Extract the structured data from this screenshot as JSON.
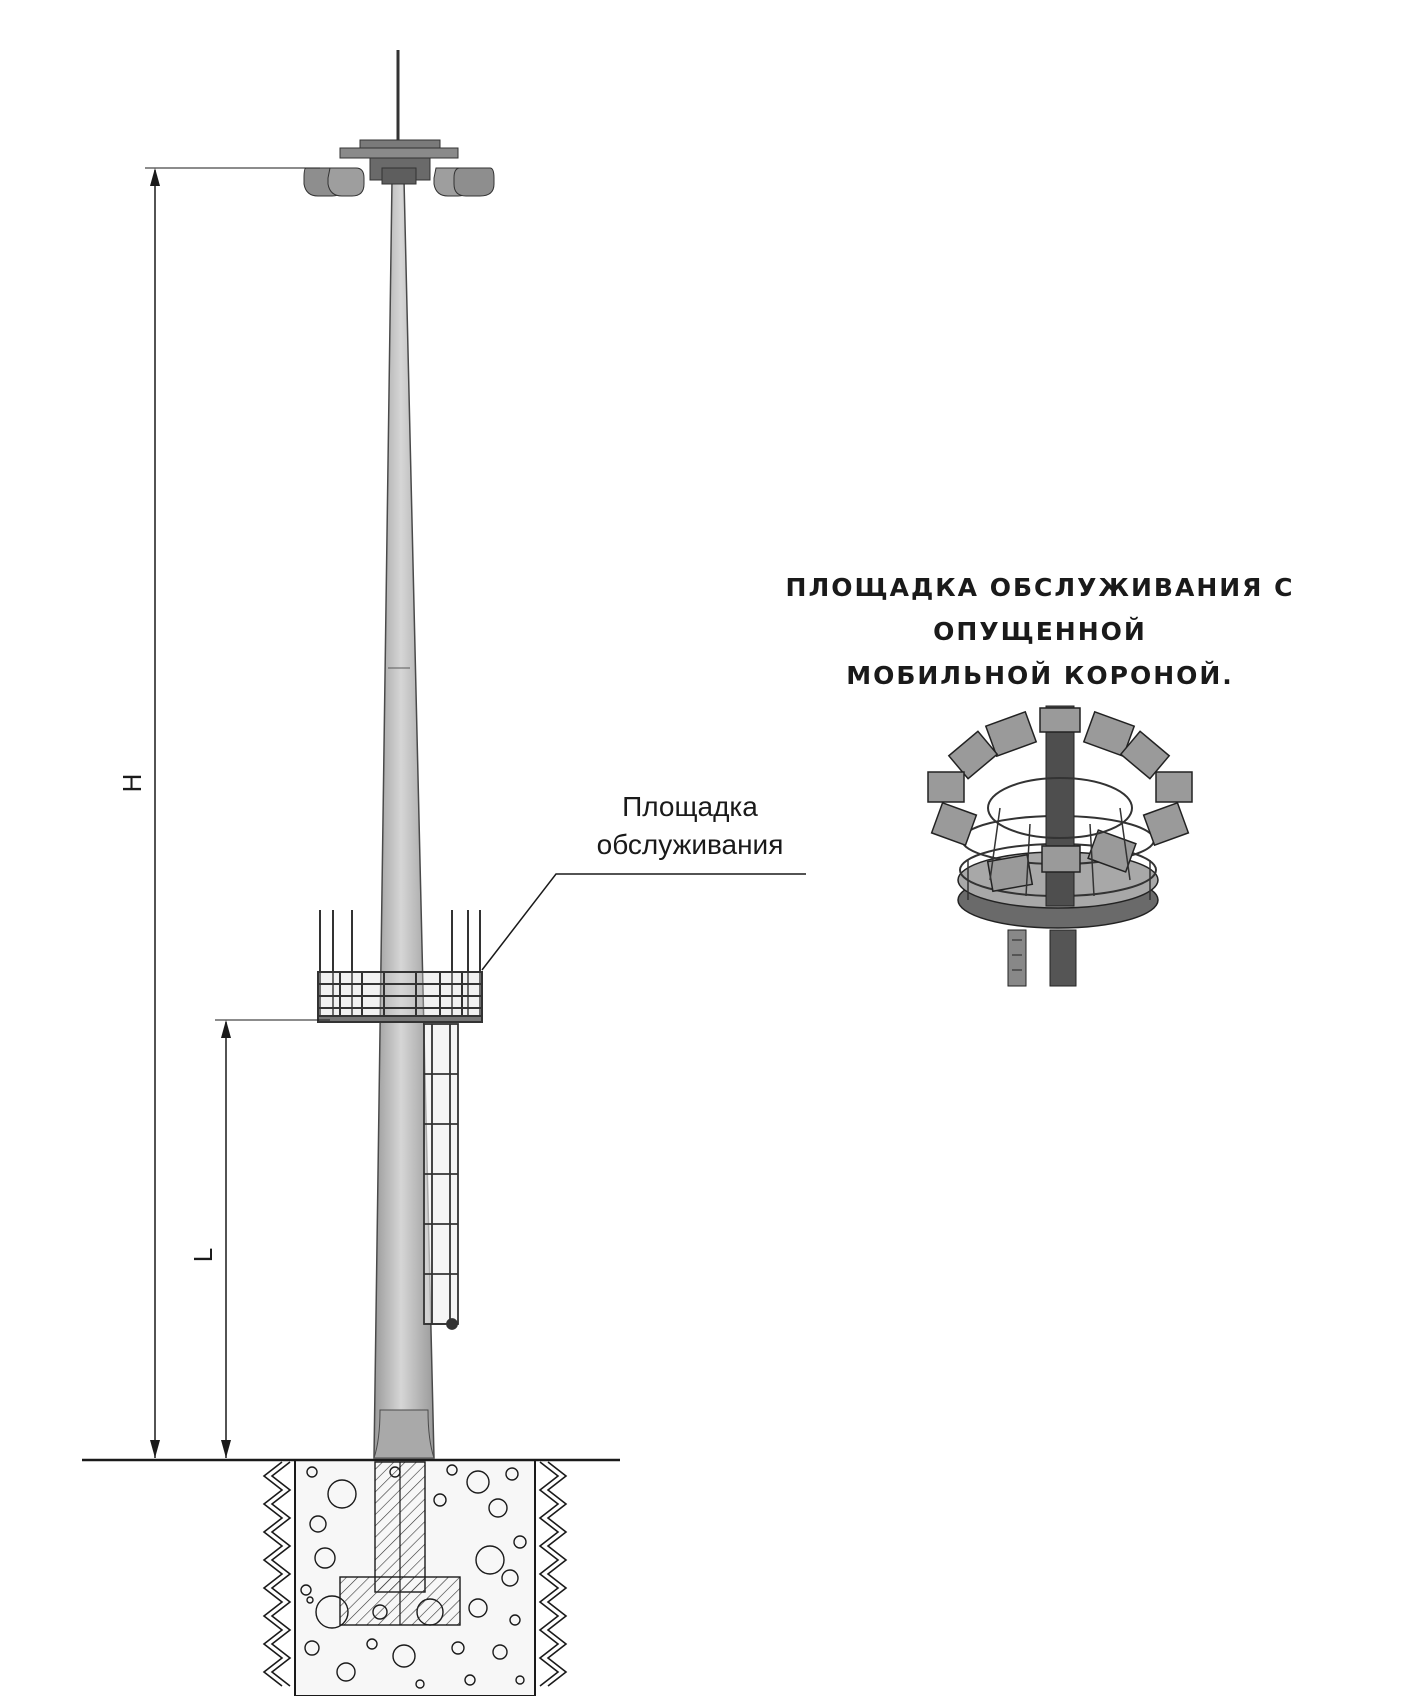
{
  "labels": {
    "height_dim": "H",
    "ladder_dim": "L",
    "platform_line1": "Площадка",
    "platform_line2": "обслуживания",
    "crown_title_line1": "Площадка обслуживания с опущенной",
    "crown_title_line2": "мобильной короной."
  },
  "colors": {
    "pole_fill": "#bdbdbd",
    "pole_stroke": "#4a4a4a",
    "line": "#1a1a1a",
    "dark_metal": "#5e5e5e",
    "light_metal": "#c8c8c8"
  }
}
